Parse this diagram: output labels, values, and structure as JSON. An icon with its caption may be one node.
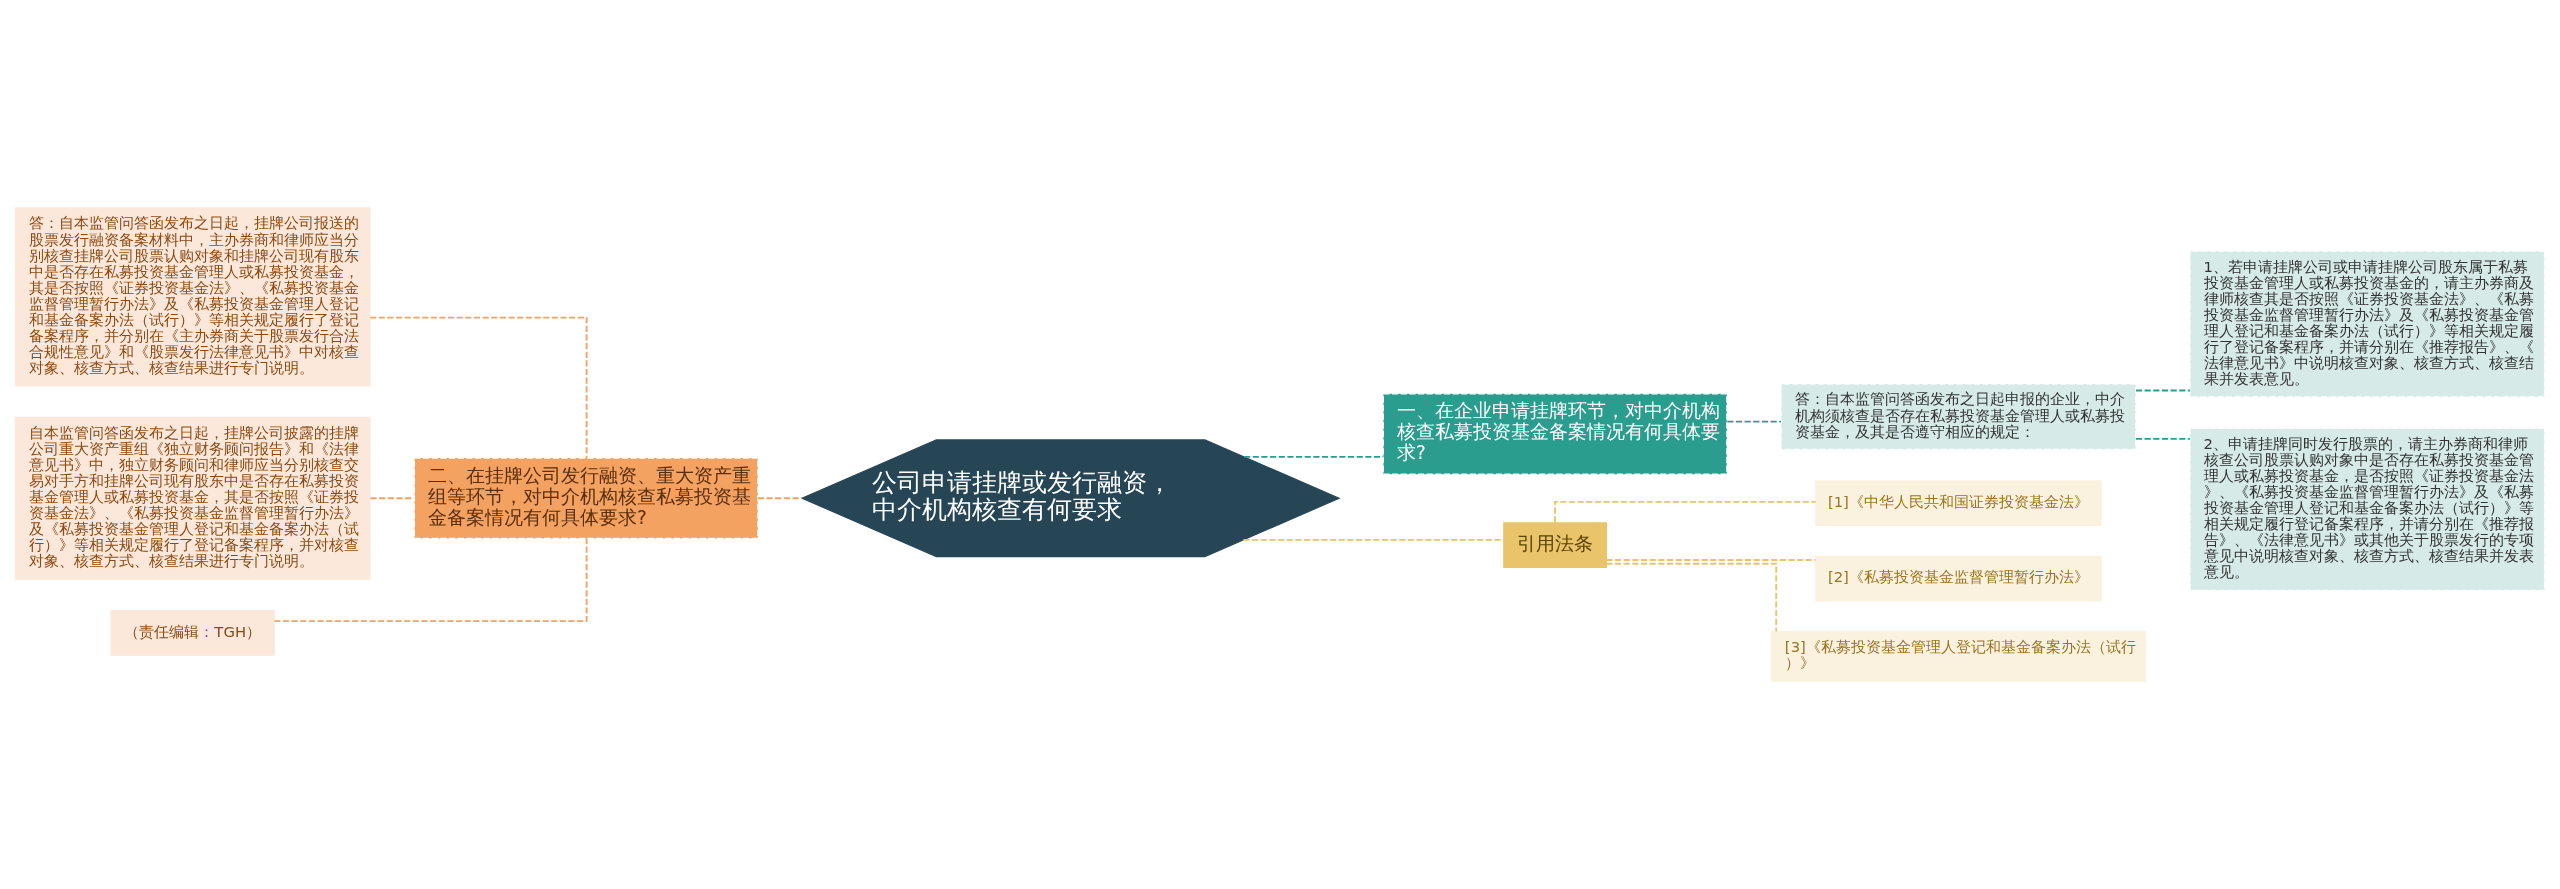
{
  "diagram": {
    "nodes": [
      {
        "text": [
          "公司申请挂牌或发行融资，中介机构核查有何要求"
        ]
      },
      {
        "text": [
          "一、在企业申请挂牌环节，对中介机构核查私募投资基金备案情况有何具体要求?"
        ]
      },
      {
        "text": [
          "答：自本监管问答函发布之日起申报的企业，中介机构须核查是否存在私募投资基金管理人或私募投资基金，及其是否遵守相应的规定："
        ]
      },
      {
        "text": [
          "1、若申请挂牌公司或申请挂牌公司股东属于私募投资基金管理人或私募投资基金的，请主办券商及律师核查其是否按照《证券投资基金法》、《私募投资基金监督管理暂行办法》及《私募投资基金管理人登记和基金备案办法（试行）》等相关规定履行了登记备案程序，并请分别在《推荐报告》、《法律意见书》中说明核查对象、核查方式、核查结果并发表意见。"
        ]
      },
      {
        "text": [
          "2、申请挂牌同时发行股票的，请主办券商和律师核查公司股票认购对象中是否存在私募投资基金管理人或私募投资基金，是否按照《证券投资基金法》、《私募投资基金监督管理暂行办法》及《私募投资基金管理人登记和基金备案办法（试行）》等相关规定履行登记备案程序，并请分别在《推荐报告》、《法律意见书》或其他关于股票发行的专项意见中说明核查对象、核查方式、核查结果并发表意见。"
        ]
      },
      {
        "text": [
          "引用法条"
        ]
      },
      {
        "text": [
          "[1]《中华人民共和国证券投资基金法》"
        ]
      },
      {
        "text": [
          "[2]《私募投资基金监督管理暂行办法》"
        ]
      },
      {
        "text": [
          "[3]《私募投资基金管理人登记和基金备案办法（试行）》"
        ]
      },
      {
        "text": [
          "二、在挂牌公司发行融资、重大资产重组等环节，对中介机构核查私募投资基金备案情况有何具体要求?"
        ]
      },
      {
        "text": [
          "答：自本监管问答函发布之日起，挂牌公司报送的股票发行融资备案材料中，主办券商和律师应当分别核查挂牌公司股票认购对象和挂牌公司现有股东中是否存在私募投资基金管理人或私募投资基金，其是否按照《证券投资基金法》、《私募投资基金监督管理暂行办法》及《私募投资基金管理人登记和基金备案办法（试行）》等相关规定履行了登记备案程序，并分别在《主办券商关于股票发行合法合规性意见》和《股票发行法律意见书》中对核查对象、核查方式、核查结果进行专门说明。"
        ]
      },
      {
        "text": [
          "自本监管问答函发布之日起，挂牌公司披露的挂牌公司重大资产重组《独立财务顾问报告》和《法律意见书》中，独立财务顾问和律师应当分别核查交易对手方和挂牌公司现有股东中是否存在私募投资基金管理人或私募投资基金，其是否按照《证券投资基金法》、《私募投资基金监督管理暂行办法》及《私募投资基金管理人登记和基金备案办法（试行）》等相关规定履行了登记备案程序，并对核查对象、核查方式、核查结果进行专门说明。"
        ]
      },
      {
        "text": [
          "（责任编辑：TGH）"
        ]
      }
    ],
    "edges": [
      {
        "from": 0,
        "to": 1,
        "arrow": "none",
        "style": "dashed",
        "color": "#2a9d8f"
      },
      {
        "from": 1,
        "to": 2,
        "arrow": "none",
        "style": "dashed",
        "color": "#2a9d8f"
      },
      {
        "from": 2,
        "to": 3,
        "arrow": "none",
        "style": "dashed",
        "color": "#2a9d8f"
      },
      {
        "from": 2,
        "to": 4,
        "arrow": "none",
        "style": "dashed",
        "color": "#2a9d8f"
      },
      {
        "from": 0,
        "to": 5,
        "arrow": "none",
        "style": "dashed",
        "color": "#e9c46a"
      },
      {
        "from": 5,
        "to": 6,
        "arrow": "none",
        "style": "dashed",
        "color": "#e9c46a"
      },
      {
        "from": 5,
        "to": 7,
        "arrow": "none",
        "style": "dashed",
        "color": "#e9c46a"
      },
      {
        "from": 5,
        "to": 8,
        "arrow": "none",
        "style": "dashed",
        "color": "#e9c46a"
      },
      {
        "from": 0,
        "to": 9,
        "arrow": "none",
        "style": "dashed",
        "color": "#f4a261"
      },
      {
        "from": 9,
        "to": 10,
        "arrow": "none",
        "style": "dashed",
        "color": "#f4a261"
      },
      {
        "from": 9,
        "to": 11,
        "arrow": "none",
        "style": "dashed",
        "color": "#f4a261"
      },
      {
        "from": 9,
        "to": 12,
        "arrow": "none",
        "style": "dashed",
        "color": "#f4a261"
      }
    ]
  }
}
